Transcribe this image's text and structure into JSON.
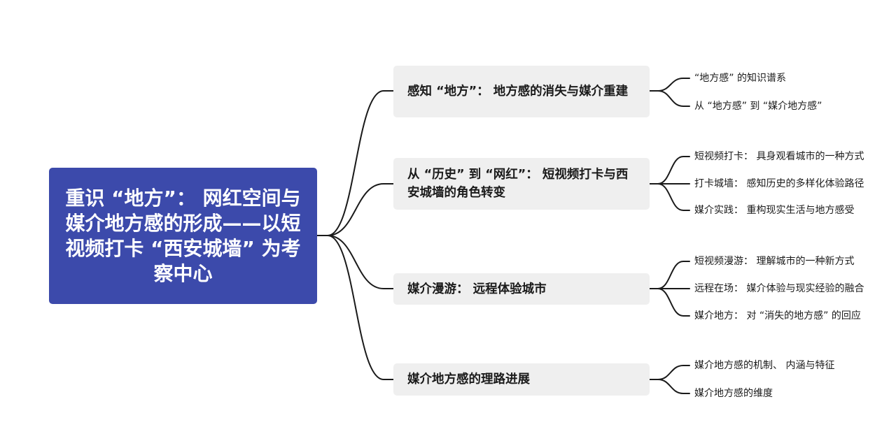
{
  "root": {
    "title": "重识 “地方”： 网红空间与媒介地方感的形成——以短视频打卡 “西安城墙” 为考察中心"
  },
  "branches": [
    {
      "label": "感知 “地方”： 地方感的消失与媒介重建",
      "children": [
        "“地方感” 的知识谱系",
        "从 “地方感” 到 “媒介地方感”"
      ]
    },
    {
      "label": "从 “历史” 到 “网红”： 短视频打卡与西安城墙的角色转变",
      "children": [
        "短视频打卡： 具身观看城市的一种方式",
        "打卡城墙： 感知历史的多样化体验路径",
        "媒介实践： 重构现实生活与地方感受"
      ]
    },
    {
      "label": "媒介漫游： 远程体验城市",
      "children": [
        "短视频漫游： 理解城市的一种新方式",
        "远程在场： 媒介体验与现实经验的融合",
        "媒介地方： 对 “消失的地方感” 的回应"
      ]
    },
    {
      "label": "媒介地方感的理路进展",
      "children": [
        "媒介地方感的机制、 内涵与特征",
        "媒介地方感的维度"
      ]
    }
  ]
}
